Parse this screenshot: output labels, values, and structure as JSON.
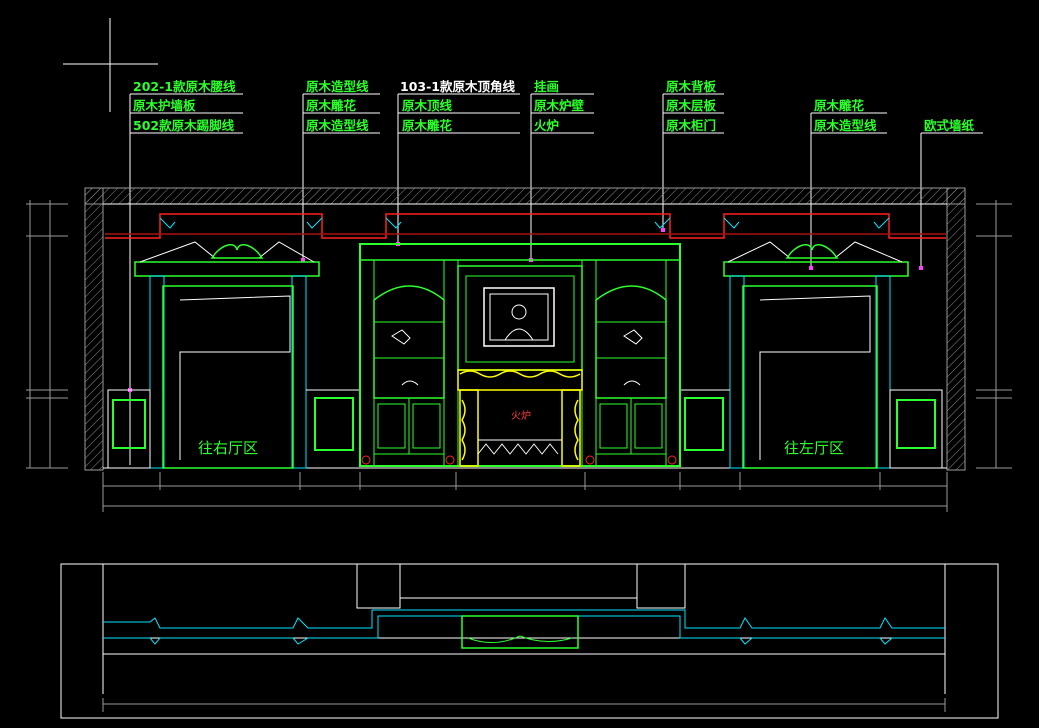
{
  "labels": {
    "col1": [
      "202-1款原木腰线",
      "原木护墙板",
      "502款原木踢脚线"
    ],
    "col2": [
      "原木造型线",
      "原木雕花",
      "原木造型线"
    ],
    "col3": [
      "103-1款原木顶角线",
      "原木顶线",
      "原木雕花"
    ],
    "col4": [
      "挂画",
      "原木炉壁",
      "火炉"
    ],
    "col5": [
      "原木背板",
      "原木层板",
      "原木柜门"
    ],
    "col6": [
      "原木雕花",
      "原木造型线"
    ],
    "col7": [
      "欧式墙纸"
    ]
  },
  "zones": {
    "left": "往右厅区",
    "right": "往左厅区",
    "fireplace": "火炉"
  },
  "colors": {
    "background": "#000000",
    "green": "#2cff2c",
    "bright_green": "#00ff00",
    "yellow": "#ffff00",
    "red": "#ff2020",
    "cyan": "#00e5ff",
    "magenta": "#ff40ff",
    "white": "#ffffff",
    "grey": "#9a9a9a"
  }
}
